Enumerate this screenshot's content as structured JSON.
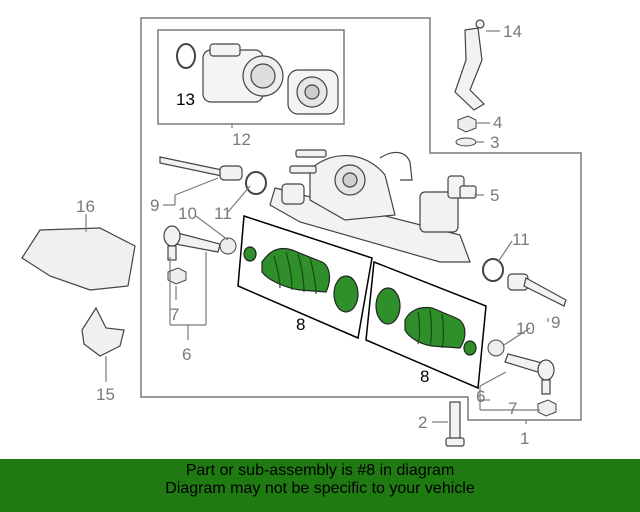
{
  "callouts": {
    "n1": "1",
    "n2": "2",
    "n3": "3",
    "n4": "4",
    "n5": "5",
    "n6a": "6",
    "n6b": "6",
    "n7a": "7",
    "n7b": "7",
    "n8a": "8",
    "n8b": "8",
    "n9a": "9",
    "n9b": "9",
    "n10a": "10",
    "n10b": "10",
    "n11a": "11",
    "n11b": "11",
    "n12": "12",
    "n13": "13",
    "n14": "14",
    "n15": "15",
    "n16": "16"
  },
  "footer": {
    "line1": "Part or sub-assembly is #8 in diagram",
    "line2": "Diagram may not be specific to your vehicle"
  },
  "colors": {
    "boot_fill": "#2f8f2a",
    "banner_bg": "#1f7a12",
    "line": "#7a7a7a"
  }
}
